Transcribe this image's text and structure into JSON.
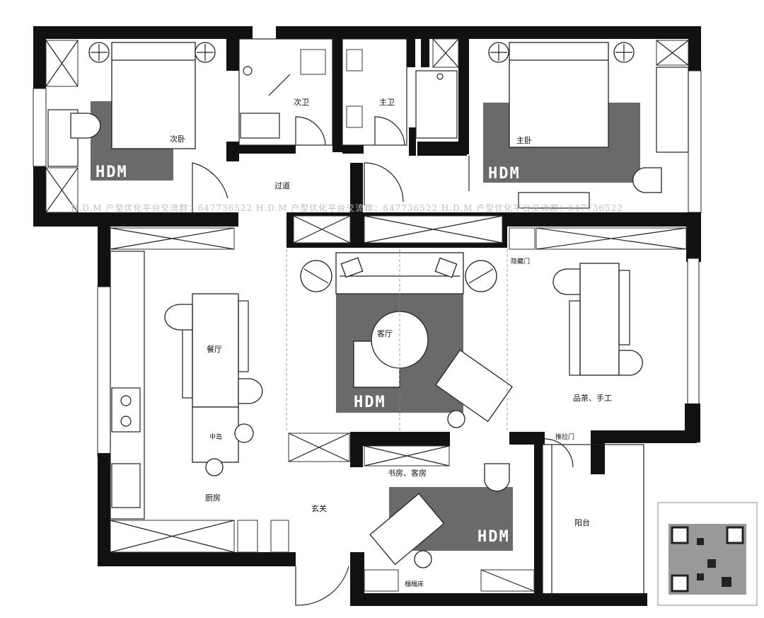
{
  "rooms": {
    "second_bedroom": "次卧",
    "second_bath": "次卫",
    "master_bath": "主卫",
    "master_bedroom": "主卧",
    "corridor": "过道",
    "living_room": "客厅",
    "dining_room": "餐厅",
    "kitchen": "厨房",
    "island": "中岛",
    "tea_craft": "品茶、手工",
    "study_guest": "书房、客房",
    "entrance": "玄关",
    "balcony": "阳台"
  },
  "annotations": {
    "hidden_door": "隐藏门",
    "sliding_door": "推拉门",
    "tatami_bed": "榻榻床"
  },
  "rug_logo": "HDM",
  "watermark": "H.D.M 户型优化平台交流群：647736522    H.D.M 户型优化平台交流群：647736522    H.D.M 户型优化平台交流群：647736522",
  "colors": {
    "wall": "#111111",
    "rug": "#6a6a6a",
    "background": "#ffffff"
  }
}
